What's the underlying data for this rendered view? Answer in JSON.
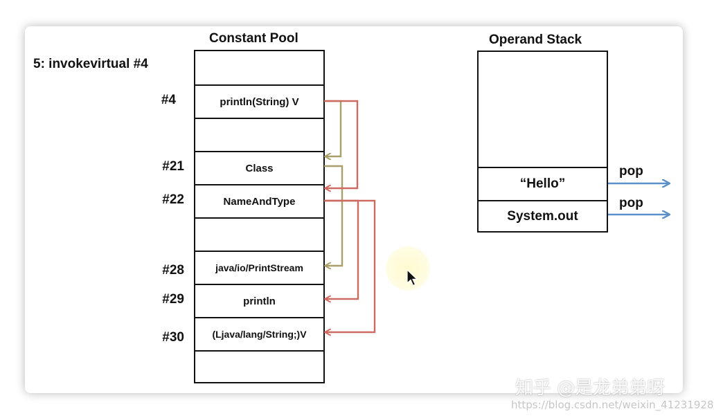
{
  "instruction": "5: invokevirtual #4",
  "constant_pool": {
    "title": "Constant Pool",
    "rows": [
      {
        "index": "",
        "value": ""
      },
      {
        "index": "#4",
        "value": "println(String) V"
      },
      {
        "index": "",
        "value": ""
      },
      {
        "index": "#21",
        "value": "Class"
      },
      {
        "index": "#22",
        "value": "NameAndType"
      },
      {
        "index": "",
        "value": ""
      },
      {
        "index": "#28",
        "value": "java/io/PrintStream"
      },
      {
        "index": "#29",
        "value": "println"
      },
      {
        "index": "#30",
        "value": "(Ljava/lang/String;)V"
      },
      {
        "index": "",
        "value": ""
      }
    ]
  },
  "operand_stack": {
    "title": "Operand Stack",
    "items": [
      "“Hello”",
      "System.out"
    ],
    "pop_labels": [
      "pop",
      "pop"
    ]
  },
  "colors": {
    "olive_arrow": "#a89f6a",
    "red_arrow": "#cd6b62",
    "blue_arrow": "#5b8fc9"
  },
  "watermark": {
    "chinese": "知乎 @是龙弟弟呀",
    "url": "https://blog.csdn.net/weixin_41231928"
  }
}
